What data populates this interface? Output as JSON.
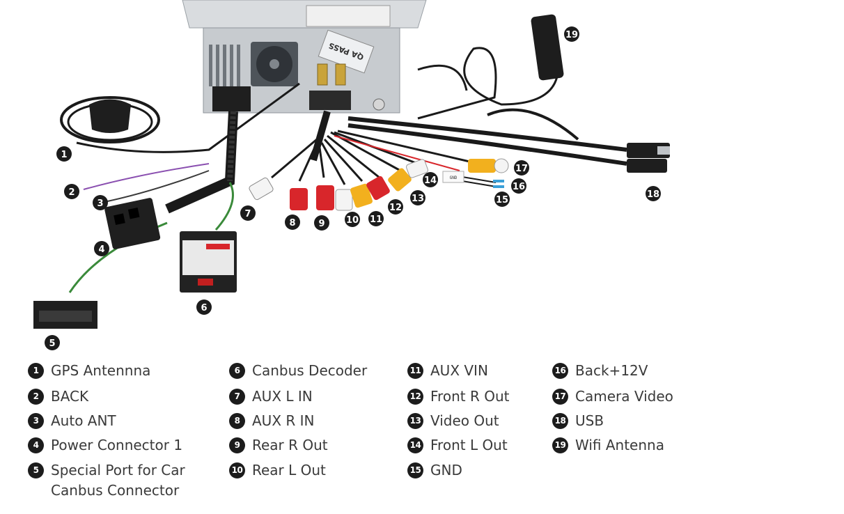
{
  "device_label": "QA PASS",
  "callouts": [
    "1",
    "2",
    "3",
    "4",
    "5",
    "6",
    "7",
    "8",
    "9",
    "10",
    "11",
    "12",
    "13",
    "14",
    "15",
    "16",
    "17",
    "18",
    "19"
  ],
  "legend": [
    {
      "num": "1",
      "label": "GPS Antennna"
    },
    {
      "num": "2",
      "label": "BACK"
    },
    {
      "num": "3",
      "label": "Auto ANT"
    },
    {
      "num": "4",
      "label": "Power Connector 1"
    },
    {
      "num": "5",
      "label": "Special Port for Car\nCanbus Connector"
    },
    {
      "num": "6",
      "label": "Canbus Decoder"
    },
    {
      "num": "7",
      "label": "AUX L IN"
    },
    {
      "num": "8",
      "label": "AUX R IN"
    },
    {
      "num": "9",
      "label": "Rear R Out"
    },
    {
      "num": "10",
      "label": "Rear L Out"
    },
    {
      "num": "11",
      "label": "AUX VIN"
    },
    {
      "num": "12",
      "label": "Front R Out"
    },
    {
      "num": "13",
      "label": "Video Out"
    },
    {
      "num": "14",
      "label": "Front L Out"
    },
    {
      "num": "15",
      "label": "GND"
    },
    {
      "num": "16",
      "label": "Back+12V"
    },
    {
      "num": "17",
      "label": "Camera Video"
    },
    {
      "num": "18",
      "label": "USB"
    },
    {
      "num": "19",
      "label": "Wifi Antenna"
    }
  ],
  "connector_tags": {
    "gnd": "GND"
  },
  "colors": {
    "badge": "#1c1c1c",
    "text": "#3a3a3a",
    "rca_red": "#d8262b",
    "rca_yellow": "#f2b01e",
    "rca_white": "#f4f4f4",
    "cable": "#1a1a1a",
    "metal": "#c9cdd1",
    "wire_purple": "#8a4fb0",
    "wire_green": "#3a8a3a"
  }
}
